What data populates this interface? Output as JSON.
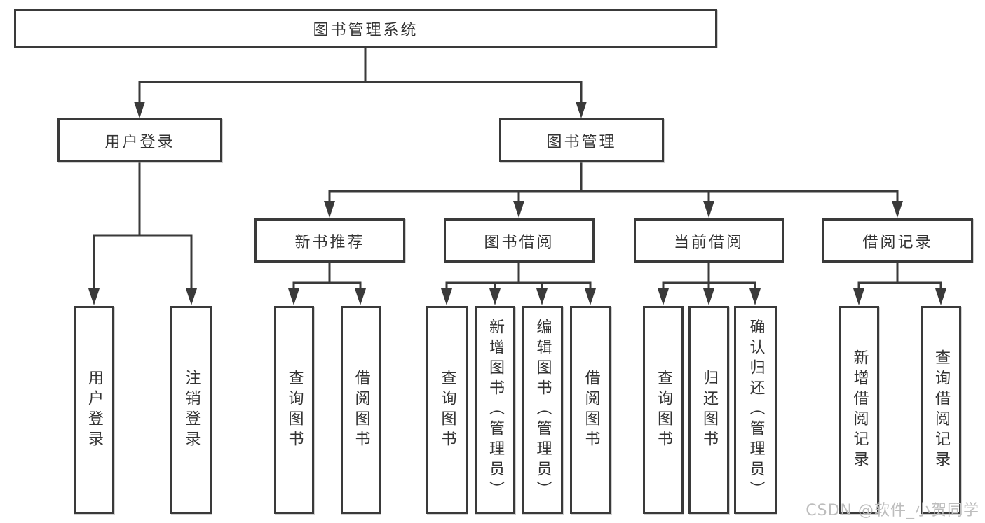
{
  "tree": {
    "label": "图书管理系统",
    "children": [
      {
        "label": "用户登录",
        "children": [
          {
            "label": "用户登录"
          },
          {
            "label": "注销登录"
          }
        ]
      },
      {
        "label": "图书管理",
        "children": [
          {
            "label": "新书推荐",
            "children": [
              {
                "label": "查询图书"
              },
              {
                "label": "借阅图书"
              }
            ]
          },
          {
            "label": "图书借阅",
            "children": [
              {
                "label": "查询图书"
              },
              {
                "label": "新增图书（管理员）"
              },
              {
                "label": "编辑图书（管理员）"
              },
              {
                "label": "借阅图书"
              }
            ]
          },
          {
            "label": "当前借阅",
            "children": [
              {
                "label": "查询图书"
              },
              {
                "label": "归还图书"
              },
              {
                "label": "确认归还（管理员）"
              }
            ]
          },
          {
            "label": "借阅记录",
            "children": [
              {
                "label": "新增借阅记录"
              },
              {
                "label": "查询借阅记录"
              }
            ]
          }
        ]
      }
    ]
  },
  "watermark": {
    "text": "CSDN @软件_小贺同学"
  },
  "colors": {
    "line": "#3a3a3a",
    "text": "#333333",
    "box_background": "#ffffff",
    "watermark": "#bdbdbd",
    "page_background": "#ffffff"
  }
}
